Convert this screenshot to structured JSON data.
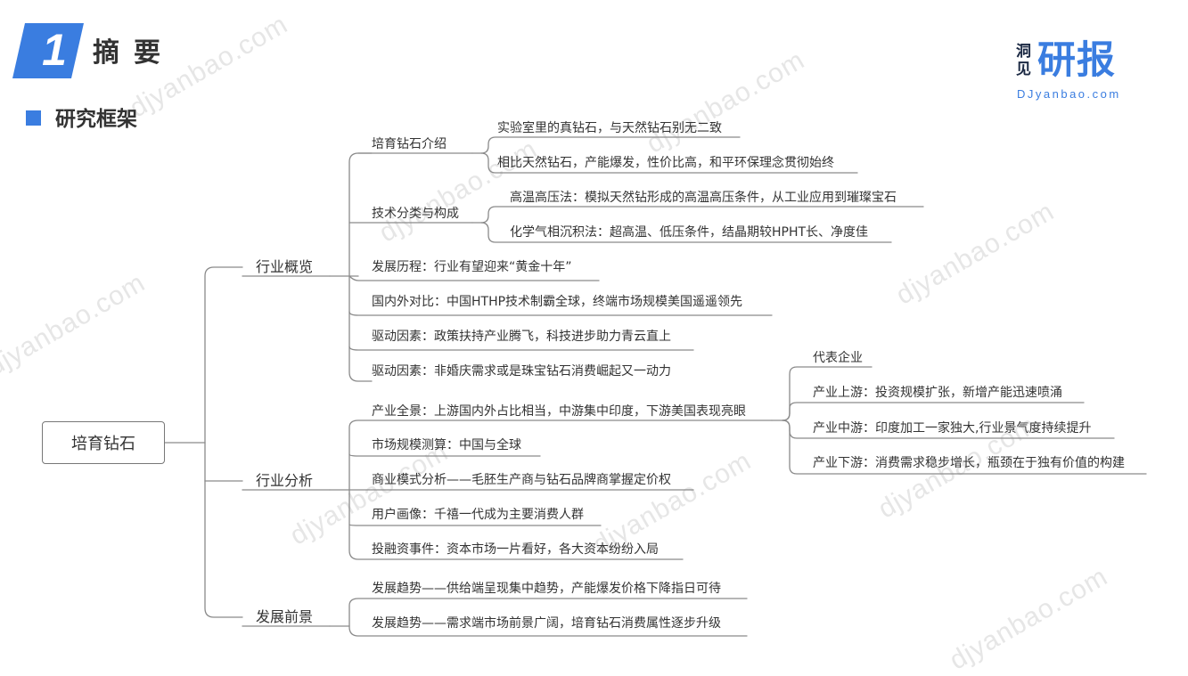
{
  "header": {
    "badge_number": "1",
    "title": "摘要",
    "section_subtitle": "研究框架"
  },
  "logo": {
    "char1": "洞",
    "char2": "见",
    "main": "研报",
    "domain": "DJyanbao.com"
  },
  "watermark_text": "djyanbao.com",
  "colors": {
    "accent": "#3a7de0",
    "logo_dark": "#1c2a44",
    "line": "#8a8a8a",
    "text": "#333333"
  },
  "mindmap": {
    "root": "培育钻石",
    "branches": [
      {
        "label": "行业概览",
        "children": [
          {
            "label": "培育钻石介绍",
            "children": [
              "实验室里的真钻石，与天然钻石别无二致",
              "相比天然钻石，产能爆发，性价比高，和平环保理念贯彻始终"
            ]
          },
          {
            "label": "技术分类与构成",
            "children": [
              "高温高压法：模拟天然钻形成的高温高压条件，从工业应用到璀璨宝石",
              "化学气相沉积法：超高温、低压条件，结晶期较HPHT长、净度佳"
            ]
          },
          {
            "label": "发展历程：行业有望迎来“黄金十年”"
          },
          {
            "label": "国内外对比：中国HTHP技术制霸全球，终端市场规模美国遥遥领先"
          },
          {
            "label": "驱动因素：政策扶持产业腾飞，科技进步助力青云直上"
          },
          {
            "label": "驱动因素：非婚庆需求或是珠宝钻石消费崛起又一动力"
          }
        ]
      },
      {
        "label": "行业分析",
        "children": [
          {
            "label": "产业全景：上游国内外占比相当，中游集中印度，下游美国表现亮眼",
            "children": [
              "代表企业",
              "产业上游：投资规模扩张，新增产能迅速喷涌",
              "产业中游：印度加工一家独大,行业景气度持续提升",
              "产业下游：消费需求稳步增长，瓶颈在于独有价值的构建"
            ]
          },
          {
            "label": "市场规模测算：中国与全球"
          },
          {
            "label": "商业模式分析——毛胚生产商与钻石品牌商掌握定价权"
          },
          {
            "label": "用户画像：千禧一代成为主要消费人群"
          },
          {
            "label": "投融资事件：资本市场一片看好，各大资本纷纷入局"
          }
        ]
      },
      {
        "label": "发展前景",
        "children": [
          {
            "label": "发展趋势——供给端呈现集中趋势，产能爆发价格下降指日可待"
          },
          {
            "label": "发展趋势——需求端市场前景广阔，培育钻石消费属性逐步升级"
          }
        ]
      }
    ]
  }
}
